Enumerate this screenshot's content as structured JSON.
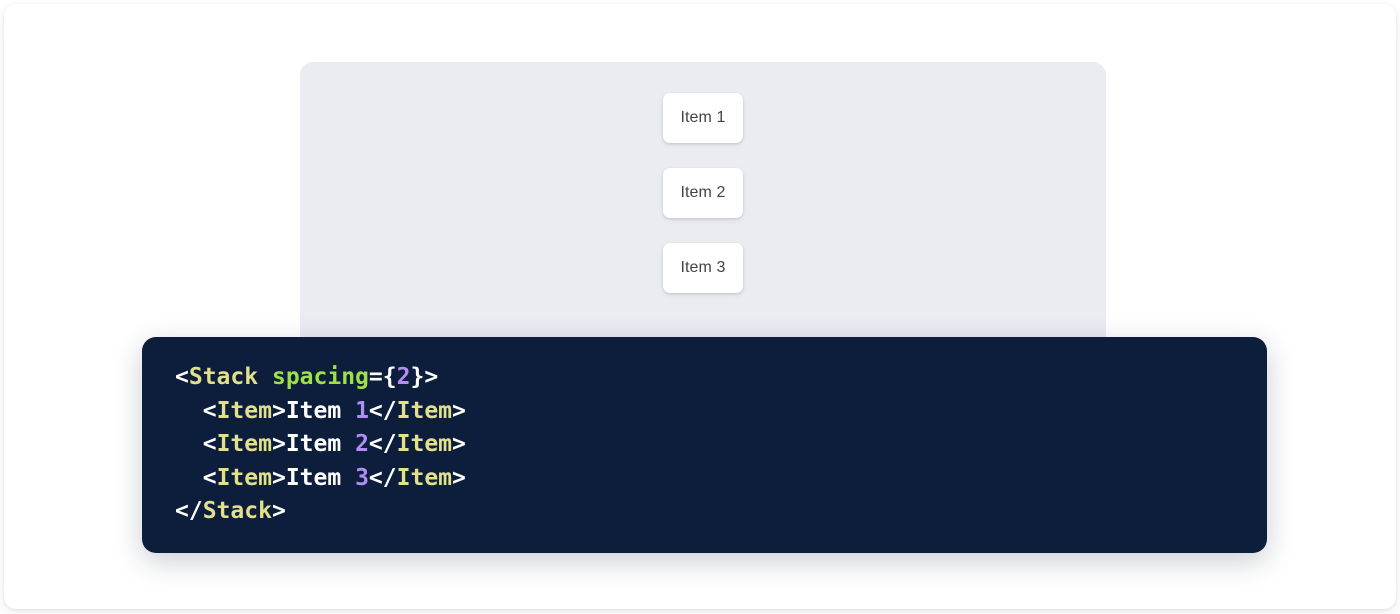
{
  "preview": {
    "panel_name": "component-preview-panel",
    "background_color": "#eaecf1",
    "items": [
      {
        "label": "Item 1"
      },
      {
        "label": "Item 2"
      },
      {
        "label": "Item 3"
      }
    ]
  },
  "code": {
    "background_color": "#0c1e3c",
    "language": "jsx",
    "raw": "<Stack spacing={2}>\n  <Item>Item 1</Item>\n  <Item>Item 2</Item>\n  <Item>Item 3</Item>\n</Stack>",
    "colors": {
      "tag": "#e3e08c",
      "attribute": "#9fe04a",
      "number": "#b08ef5",
      "punctuation": "#ffffff",
      "text": "#ffffff"
    },
    "lines": [
      {
        "indent": "",
        "tokens": [
          {
            "t": "punct",
            "v": "<"
          },
          {
            "t": "tag",
            "v": "Stack"
          },
          {
            "t": "text",
            "v": " "
          },
          {
            "t": "attr",
            "v": "spacing"
          },
          {
            "t": "punct",
            "v": "={"
          },
          {
            "t": "num",
            "v": "2"
          },
          {
            "t": "punct",
            "v": "}>"
          }
        ]
      },
      {
        "indent": "  ",
        "tokens": [
          {
            "t": "punct",
            "v": "<"
          },
          {
            "t": "tag",
            "v": "Item"
          },
          {
            "t": "punct",
            "v": ">"
          },
          {
            "t": "text",
            "v": "Item "
          },
          {
            "t": "num",
            "v": "1"
          },
          {
            "t": "punct",
            "v": "</"
          },
          {
            "t": "tag",
            "v": "Item"
          },
          {
            "t": "punct",
            "v": ">"
          }
        ]
      },
      {
        "indent": "  ",
        "tokens": [
          {
            "t": "punct",
            "v": "<"
          },
          {
            "t": "tag",
            "v": "Item"
          },
          {
            "t": "punct",
            "v": ">"
          },
          {
            "t": "text",
            "v": "Item "
          },
          {
            "t": "num",
            "v": "2"
          },
          {
            "t": "punct",
            "v": "</"
          },
          {
            "t": "tag",
            "v": "Item"
          },
          {
            "t": "punct",
            "v": ">"
          }
        ]
      },
      {
        "indent": "  ",
        "tokens": [
          {
            "t": "punct",
            "v": "<"
          },
          {
            "t": "tag",
            "v": "Item"
          },
          {
            "t": "punct",
            "v": ">"
          },
          {
            "t": "text",
            "v": "Item "
          },
          {
            "t": "num",
            "v": "3"
          },
          {
            "t": "punct",
            "v": "</"
          },
          {
            "t": "tag",
            "v": "Item"
          },
          {
            "t": "punct",
            "v": ">"
          }
        ]
      },
      {
        "indent": "",
        "tokens": [
          {
            "t": "punct",
            "v": "</"
          },
          {
            "t": "tag",
            "v": "Stack"
          },
          {
            "t": "punct",
            "v": ">"
          }
        ]
      }
    ]
  }
}
